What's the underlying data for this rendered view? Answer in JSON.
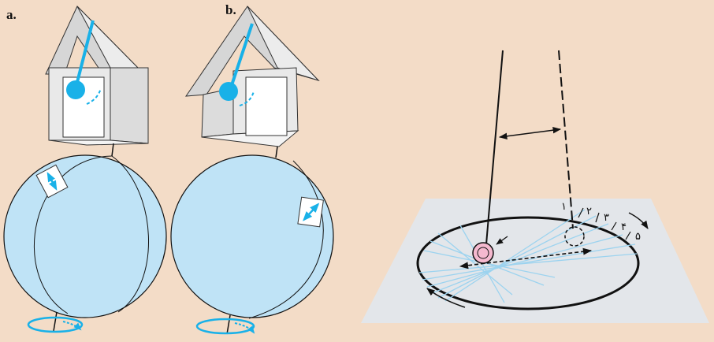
{
  "panel_a": {
    "label": "a."
  },
  "panel_b": {
    "label": "b."
  },
  "right_diagram": {
    "swing_numbers": [
      "١",
      "٢",
      "٣",
      "۴",
      "۵"
    ]
  },
  "colors": {
    "background": "#f3dcc7",
    "globe": "#bfe3f6",
    "accent": "#19b1e8",
    "plane": "#e3e6ea",
    "bob": "#f5b9cf"
  }
}
